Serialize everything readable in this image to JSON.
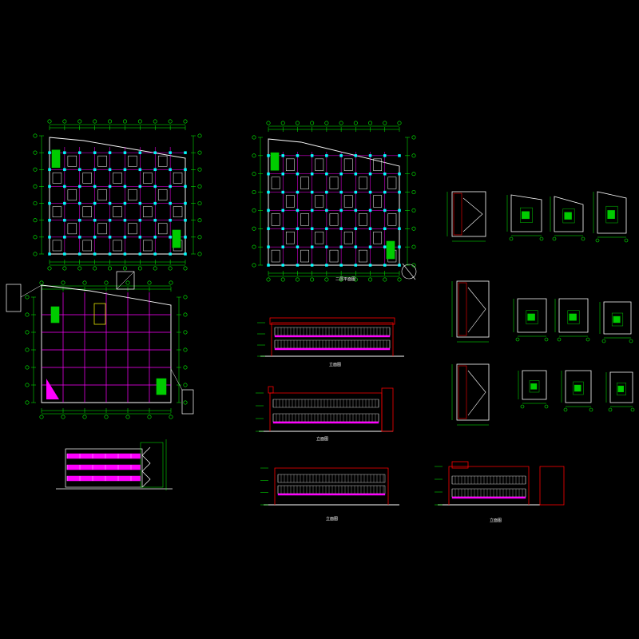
{
  "drawing": {
    "background": "#000000",
    "colors": {
      "axis": "#00ff00",
      "wall": "#ffffff",
      "grid": "#ff00ff",
      "column": "#00ffff",
      "facade": "#ff0000",
      "window_band": "#ff00ff",
      "equipment": "#00cc00",
      "text": "#ffffff",
      "annotation": "#ffff00"
    },
    "labels": {
      "plan_1": "",
      "plan_2": "二层平面图",
      "plan_3": "",
      "section_1": "",
      "elevation_1": "立面图",
      "elevation_2": "立面图",
      "elevation_3": "立面图",
      "elevation_4": "立面图",
      "detail_a": "",
      "detail_b": "",
      "detail_c": "",
      "detail_d": ""
    },
    "icons": [
      "north-arrow-icon"
    ]
  }
}
